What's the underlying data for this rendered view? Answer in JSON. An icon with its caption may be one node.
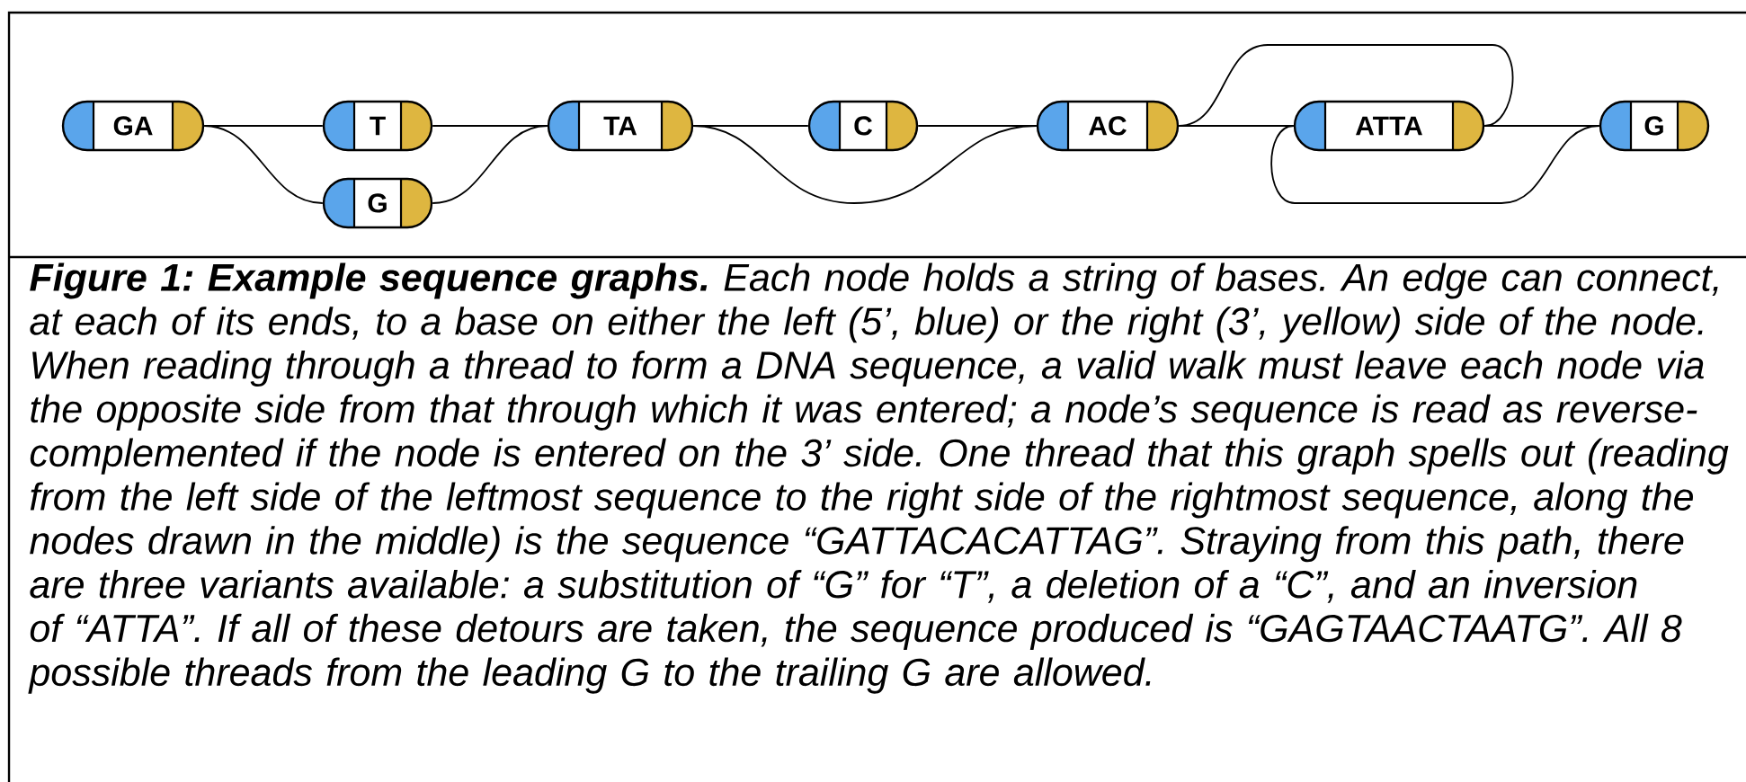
{
  "diagram": {
    "caption": "**Figure 1: Example sequence graphs.** Each node holds a string of bases. An edge can connect, at each of its ends, to a base on either the left (5’, blue) or the right (3’, yellow) side of the node. When reading through a thread to form a DNA sequence, a valid walk must leave each node via the opposite side from that through which it was entered; a node’s sequence is read as reverse-complemented if the node is entered on the 3’ side. One thread that this graph spells out (reading from the left side of the leftmost sequence to the right side of the rightmost sequence, along the nodes drawn in the middle) is the sequence “GATTACACATTAG”. Straying from this path, there are three variants available: a substitution of “G” for “T”, a deletion of a “C”, and an inversion of “ATTA”. If all of these detours are taken, the sequence produced is “GAGTAACTAATG”. All 8 possible threads from the leading G to the trailing G are allowed.",
    "nodes": [
      {
        "text": [
          "GA"
        ]
      },
      {
        "text": [
          "T"
        ]
      },
      {
        "text": [
          "G"
        ]
      },
      {
        "text": [
          "TA"
        ]
      },
      {
        "text": [
          "C"
        ]
      },
      {
        "text": [
          "AC"
        ]
      },
      {
        "text": [
          "ATTA"
        ]
      },
      {
        "text": [
          "G"
        ]
      }
    ],
    "edges": [
      {
        "from": 0,
        "to": 1,
        "arrow": "none"
      },
      {
        "from": 0,
        "to": 2,
        "arrow": "none"
      },
      {
        "from": 1,
        "to": 3,
        "arrow": "none"
      },
      {
        "from": 2,
        "to": 3,
        "arrow": "none"
      },
      {
        "from": 3,
        "to": 4,
        "arrow": "none"
      },
      {
        "from": 3,
        "to": 5,
        "arrow": "none"
      },
      {
        "from": 4,
        "to": 5,
        "arrow": "none"
      },
      {
        "from": 5,
        "to": 6,
        "arrow": "none"
      },
      {
        "from": 5,
        "to": 6,
        "arrow": "none"
      },
      {
        "from": 6,
        "to": 7,
        "arrow": "none"
      },
      {
        "from": 6,
        "to": 7,
        "arrow": "none"
      }
    ]
  }
}
